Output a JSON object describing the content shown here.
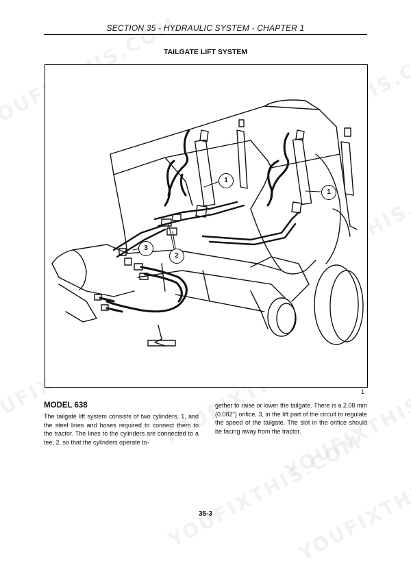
{
  "header": {
    "section_title": "SECTION 35 - HYDRAULIC SYSTEM - CHAPTER 1"
  },
  "figure": {
    "title": "TAILGATE LIFT SYSTEM",
    "number": "1",
    "callouts": [
      "1",
      "1",
      "2",
      "3"
    ]
  },
  "content": {
    "heading": "MODEL 638",
    "left_column": "The tailgate lift system consists of two cylinders, 1, and the steel lines and hoses required to connect them to the tractor. The lines to the cylinders are connected to a tee, 2, so that the cylinders operate to-",
    "right_column": "gether to raise or lower the tailgate. There is a 2.08 mm (0.082\") orifice, 3, in the lift part of the circuit to regulate the speed of the tailgate. The slot in the orifice should be facing away from the tractor."
  },
  "footer": {
    "page_number": "35-3"
  },
  "watermark": {
    "text": "YOUFIXTHIS.COM"
  }
}
